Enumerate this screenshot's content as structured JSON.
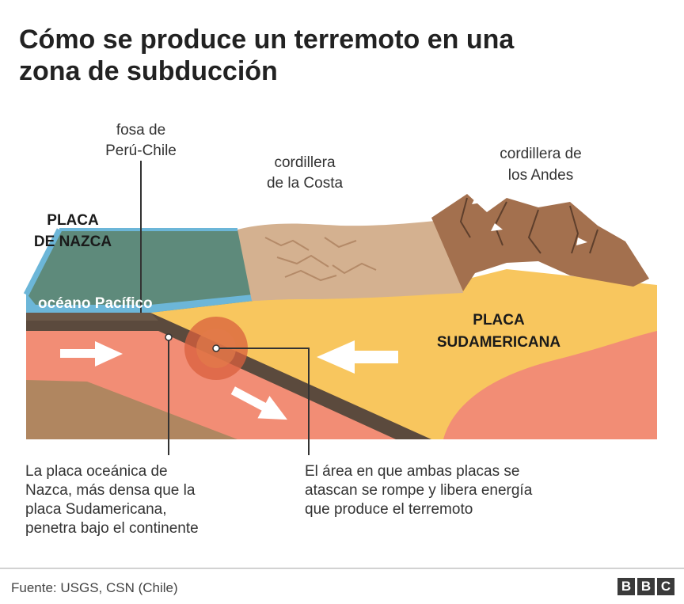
{
  "title": {
    "line1": "Cómo se produce un terremoto en una",
    "line2": "zona de subducción"
  },
  "labels": {
    "fosa_line1": "fosa de",
    "fosa_line2": "Perú-Chile",
    "costa_line1": "cordillera",
    "costa_line2": "de la Costa",
    "andes_line1": "cordillera de",
    "andes_line2": "los Andes",
    "nazca_line1": "PLACA",
    "nazca_line2": "DE NAZCA",
    "ocean": "océano Pacífico",
    "sud_line1": "PLACA",
    "sud_line2": "SUDAMERICANA"
  },
  "captions": {
    "left": [
      "La placa oceánica de",
      "Nazca, más densa que la",
      "placa Sudamericana,",
      "penetra bajo el continente"
    ],
    "right": [
      "El área en que ambas placas se",
      "atascan se rompe y libera energía",
      "que produce el terremoto"
    ]
  },
  "footer": {
    "source": "Fuente: USGS, CSN (Chile)",
    "logo": [
      "B",
      "B",
      "C"
    ]
  },
  "colors": {
    "ocean_plate": "#5e8a7b",
    "ocean_edge": "#6cb6d8",
    "coast": "#d4b190",
    "andes": "#a3704e",
    "crust_yellow": "#f8c65e",
    "mantle_salmon": "#f28d75",
    "subducting_band": "#5b4a3d",
    "deep_brown": "#b08660",
    "arrow": "#ffffff",
    "hypocenter": "#d9603d"
  }
}
